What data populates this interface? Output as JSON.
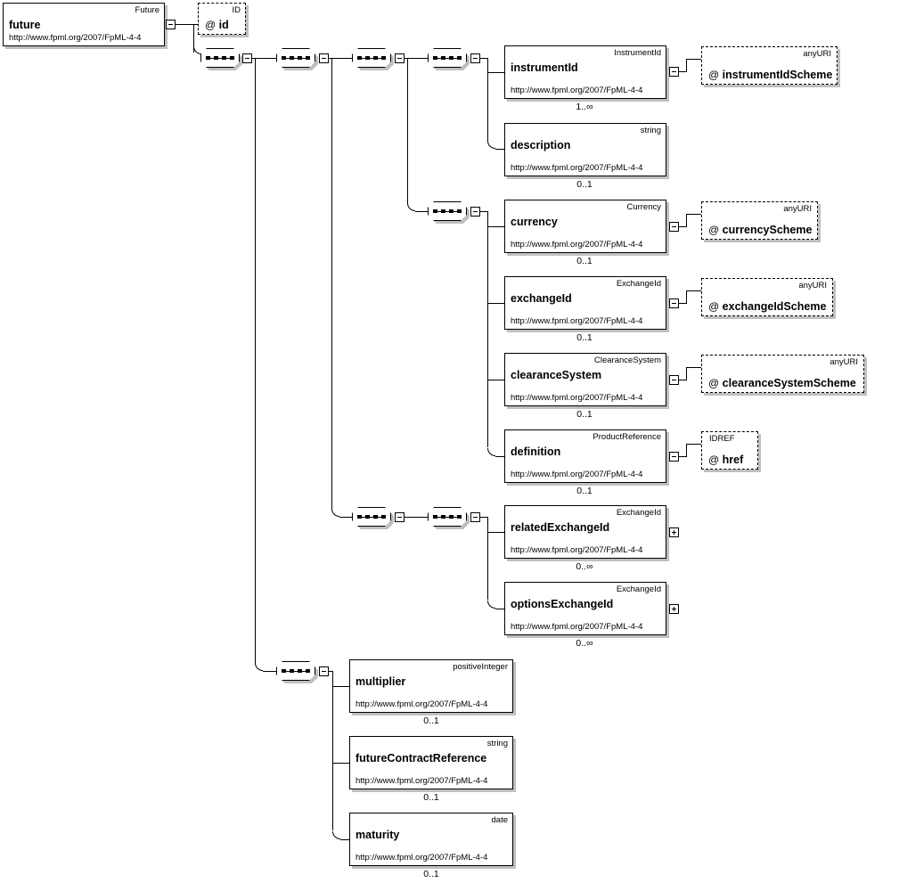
{
  "diagram": {
    "title": "future",
    "namespace": "http://www.fpml.org/2007/FpML-4-4",
    "root": {
      "name": "future",
      "type": "Future",
      "namespace": "http://www.fpml.org/2007/FpML-4-4"
    },
    "root_attribute": {
      "name": "id",
      "type": "ID",
      "at": "@"
    },
    "icons": {
      "sequence": "sequence-icon",
      "minus": "collapse-icon",
      "plus": "expand-icon",
      "attribute_marker": "@"
    },
    "elements": [
      {
        "key": "instrumentId",
        "name": "instrumentId",
        "type": "InstrumentId",
        "namespace": "http://www.fpml.org/2007/FpML-4-4",
        "occurs": "1..∞",
        "toggle": "minus",
        "attribute": {
          "at": "@",
          "name": "instrumentIdScheme",
          "type": "anyURI"
        }
      },
      {
        "key": "description",
        "name": "description",
        "type": "string",
        "namespace": "http://www.fpml.org/2007/FpML-4-4",
        "occurs": "0..1",
        "toggle": "none",
        "attribute": null
      },
      {
        "key": "currency",
        "name": "currency",
        "type": "Currency",
        "namespace": "http://www.fpml.org/2007/FpML-4-4",
        "occurs": "0..1",
        "toggle": "minus",
        "attribute": {
          "at": "@",
          "name": "currencyScheme",
          "type": "anyURI"
        }
      },
      {
        "key": "exchangeId",
        "name": "exchangeId",
        "type": "ExchangeId",
        "namespace": "http://www.fpml.org/2007/FpML-4-4",
        "occurs": "0..1",
        "toggle": "minus",
        "attribute": {
          "at": "@",
          "name": "exchangeIdScheme",
          "type": "anyURI"
        }
      },
      {
        "key": "clearanceSystem",
        "name": "clearanceSystem",
        "type": "ClearanceSystem",
        "namespace": "http://www.fpml.org/2007/FpML-4-4",
        "occurs": "0..1",
        "toggle": "minus",
        "attribute": {
          "at": "@",
          "name": "clearanceSystemScheme",
          "type": "anyURI"
        }
      },
      {
        "key": "definition",
        "name": "definition",
        "type": "ProductReference",
        "namespace": "http://www.fpml.org/2007/FpML-4-4",
        "occurs": "0..1",
        "toggle": "minus",
        "attribute": {
          "at": "@",
          "name": "href",
          "type": "IDREF"
        }
      },
      {
        "key": "relatedExchangeId",
        "name": "relatedExchangeId",
        "type": "ExchangeId",
        "namespace": "http://www.fpml.org/2007/FpML-4-4",
        "occurs": "0..∞",
        "toggle": "plus",
        "attribute": null
      },
      {
        "key": "optionsExchangeId",
        "name": "optionsExchangeId",
        "type": "ExchangeId",
        "namespace": "http://www.fpml.org/2007/FpML-4-4",
        "occurs": "0..∞",
        "toggle": "plus",
        "attribute": null
      },
      {
        "key": "multiplier",
        "name": "multiplier",
        "type": "positiveInteger",
        "namespace": "http://www.fpml.org/2007/FpML-4-4",
        "occurs": "0..1",
        "toggle": "none",
        "attribute": null
      },
      {
        "key": "futureContractReference",
        "name": "futureContractReference",
        "type": "string",
        "namespace": "http://www.fpml.org/2007/FpML-4-4",
        "occurs": "0..1",
        "toggle": "none",
        "attribute": null
      },
      {
        "key": "maturity",
        "name": "maturity",
        "type": "date",
        "namespace": "http://www.fpml.org/2007/FpML-4-4",
        "occurs": "0..1",
        "toggle": "none",
        "attribute": null
      }
    ],
    "colors": {
      "line": "#000000",
      "shadow": "#bfbfbf",
      "background": "#ffffff"
    }
  }
}
